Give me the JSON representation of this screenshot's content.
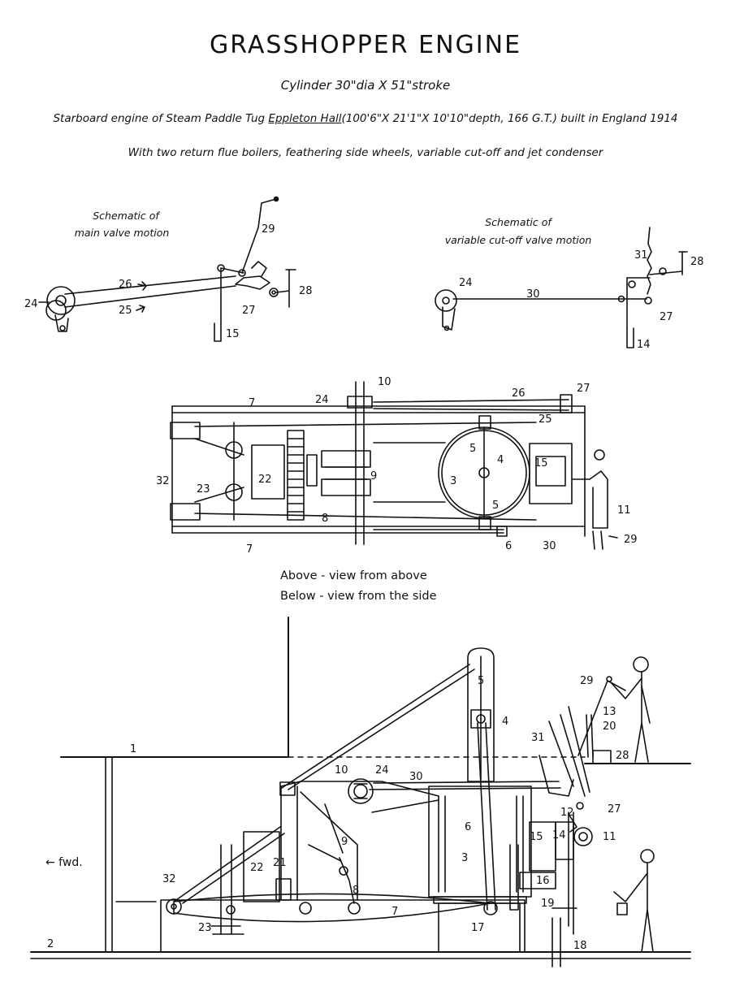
{
  "title": "GRASSHOPPER ENGINE",
  "subtitle": "Cylinder 30\"dia X 51\"stroke",
  "description": {
    "prefix": "Starboard engine of Steam Paddle Tug ",
    "vessel": "Eppleton Hall",
    "suffix": "(100'6\"X 21'1\"X 10'10\"depth, 166 G.T.) built in England 1914"
  },
  "description2": "With two return flue boilers, feathering side wheels, variable cut-off and jet condenser",
  "schematic_main": {
    "caption_line1": "Schematic of",
    "caption_line2": "main valve motion"
  },
  "schematic_cutoff": {
    "caption_line1": "Schematic of",
    "caption_line2": "variable cut-off valve motion"
  },
  "views": {
    "above": "Above - view from above",
    "below": "Below - view from the side"
  },
  "fwd_label": "← fwd.",
  "part_labels": {
    "p1": "1",
    "p2": "2",
    "p3": "3",
    "p4": "4",
    "p5": "5",
    "p6": "6",
    "p7": "7",
    "p8": "8",
    "p9": "9",
    "p10": "10",
    "p11": "11",
    "p12": "12",
    "p13": "13",
    "p14": "14",
    "p15": "15",
    "p16": "16",
    "p17": "17",
    "p18": "18",
    "p19": "19",
    "p20": "20",
    "p21": "21",
    "p22": "22",
    "p23": "23",
    "p24": "24",
    "p25": "25",
    "p26": "26",
    "p27": "27",
    "p28": "28",
    "p29": "29",
    "p30": "30",
    "p31": "31",
    "p32": "32"
  }
}
